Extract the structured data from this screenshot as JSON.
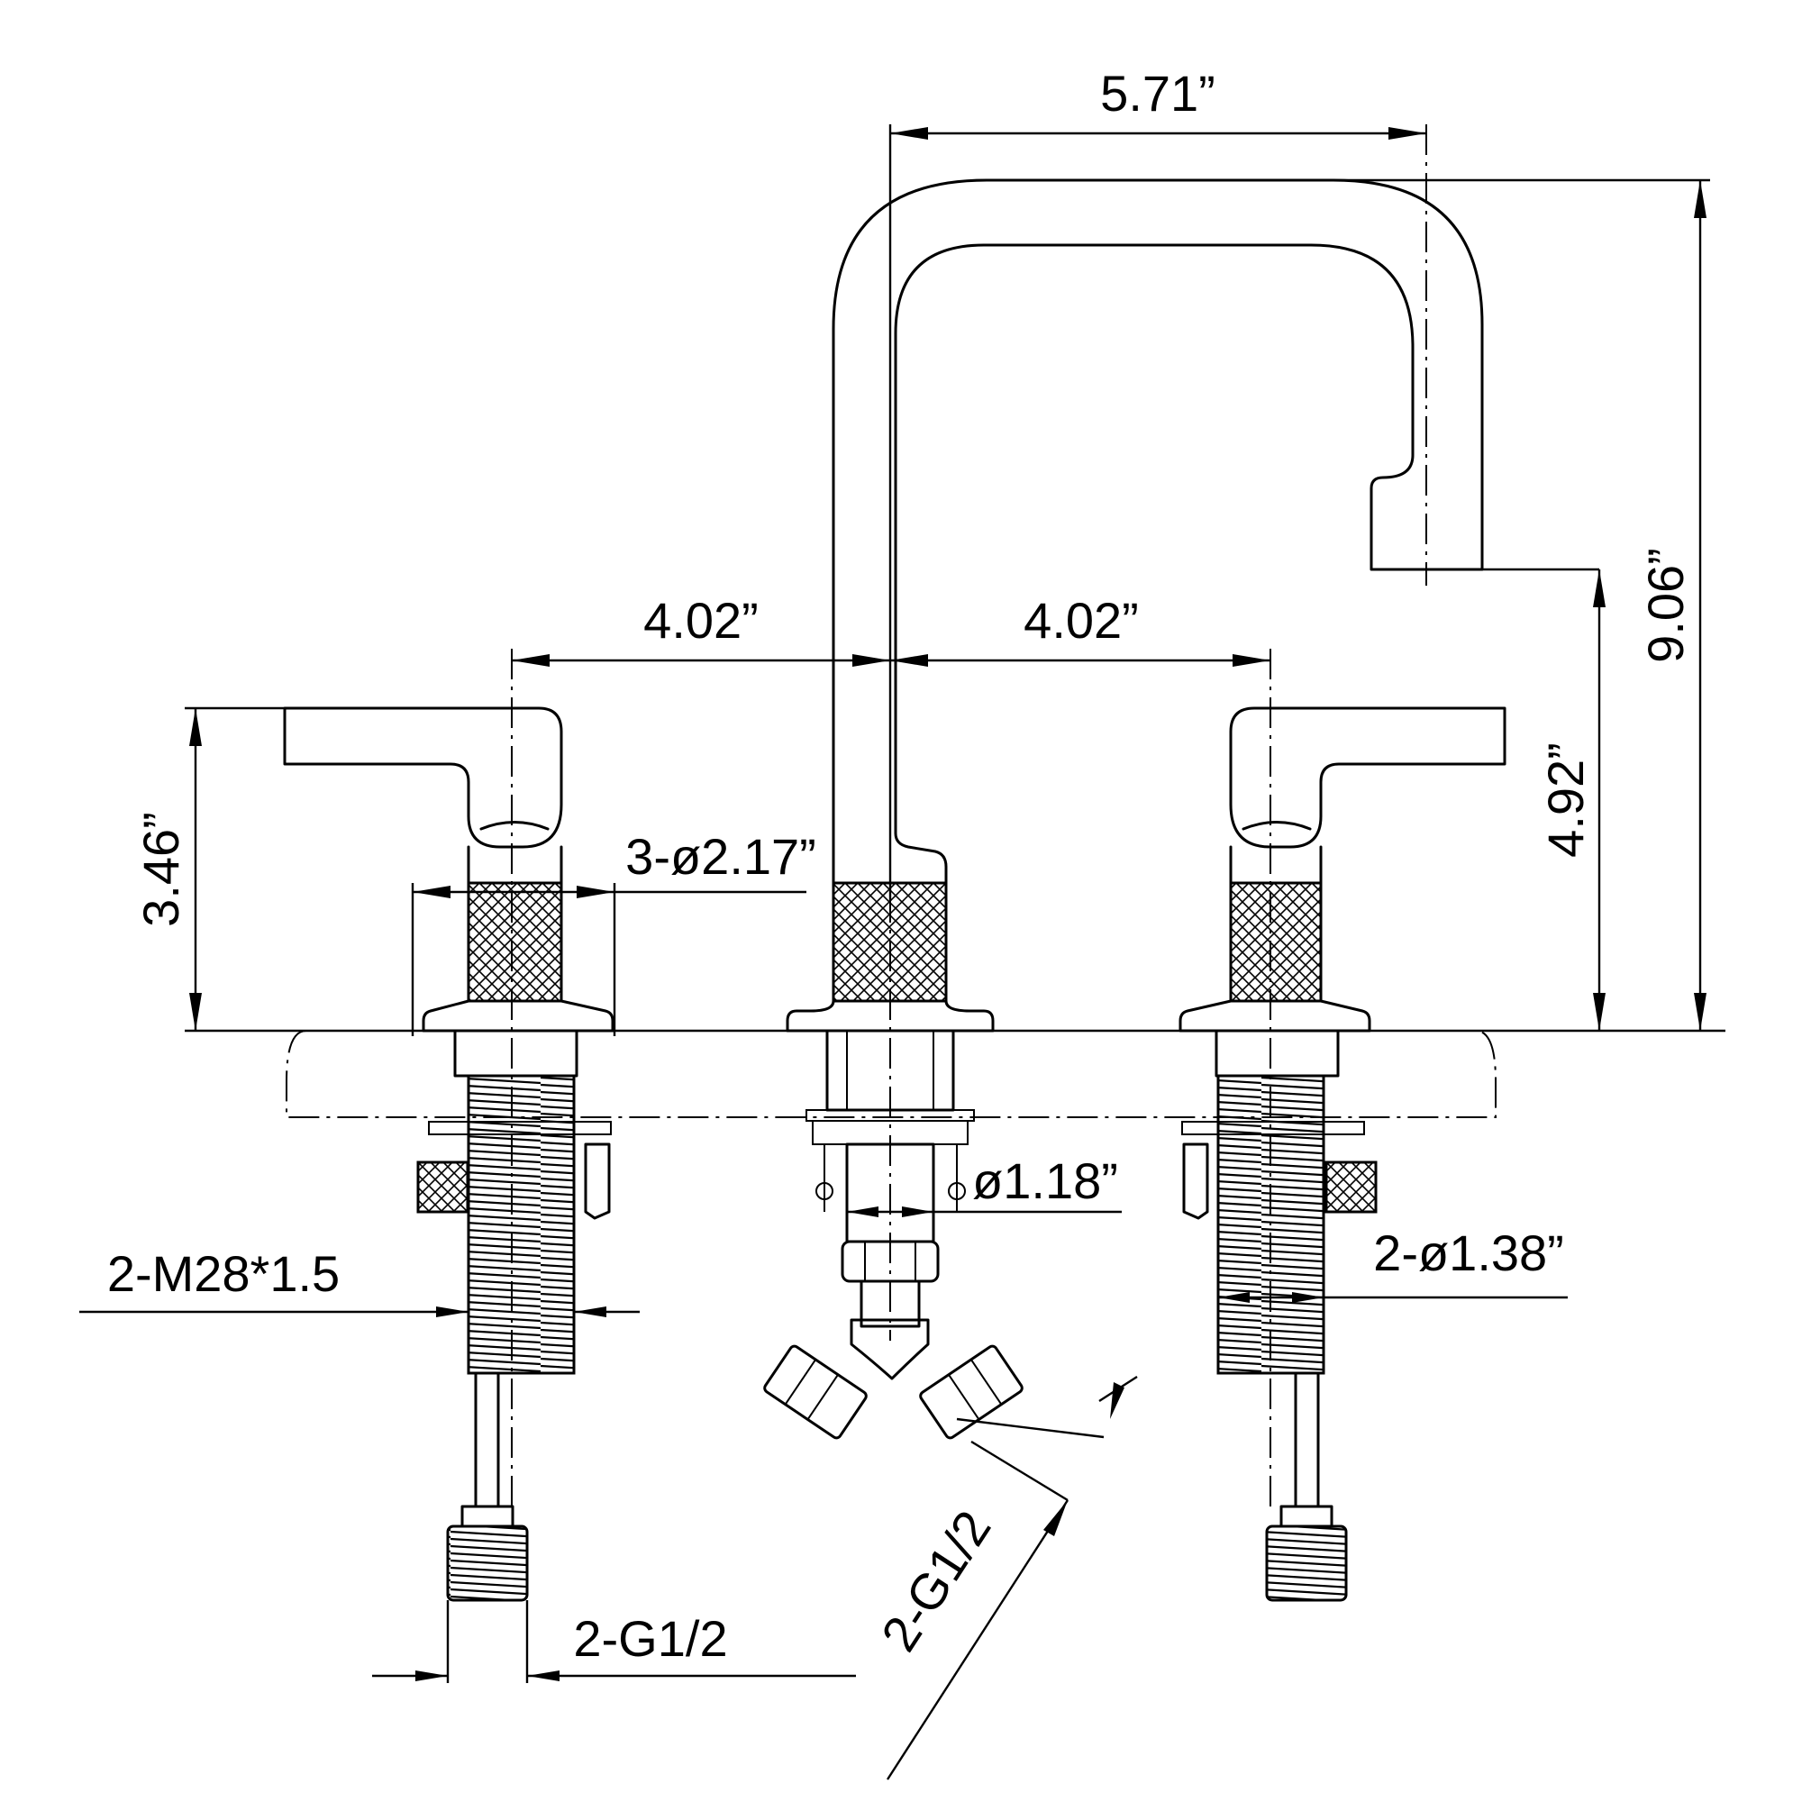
{
  "dimensions": {
    "spout_reach": "5.71”",
    "center_to_left": "4.02”",
    "center_to_right": "4.02”",
    "handle_height": "3.46”",
    "spout_outlet_height": "4.92”",
    "total_height": "9.06”",
    "deck_hole_dia": "3-ø2.17”",
    "spout_shank_dia": "ø1.18”",
    "valve_shank_dia": "2-ø1.38”",
    "valve_thread": "2-M28*1.5",
    "supply_connection": "2-G1/2",
    "tee_outlet_connection": "2-G1/2"
  },
  "colors": {
    "line": "#000000",
    "background": "#ffffff"
  }
}
